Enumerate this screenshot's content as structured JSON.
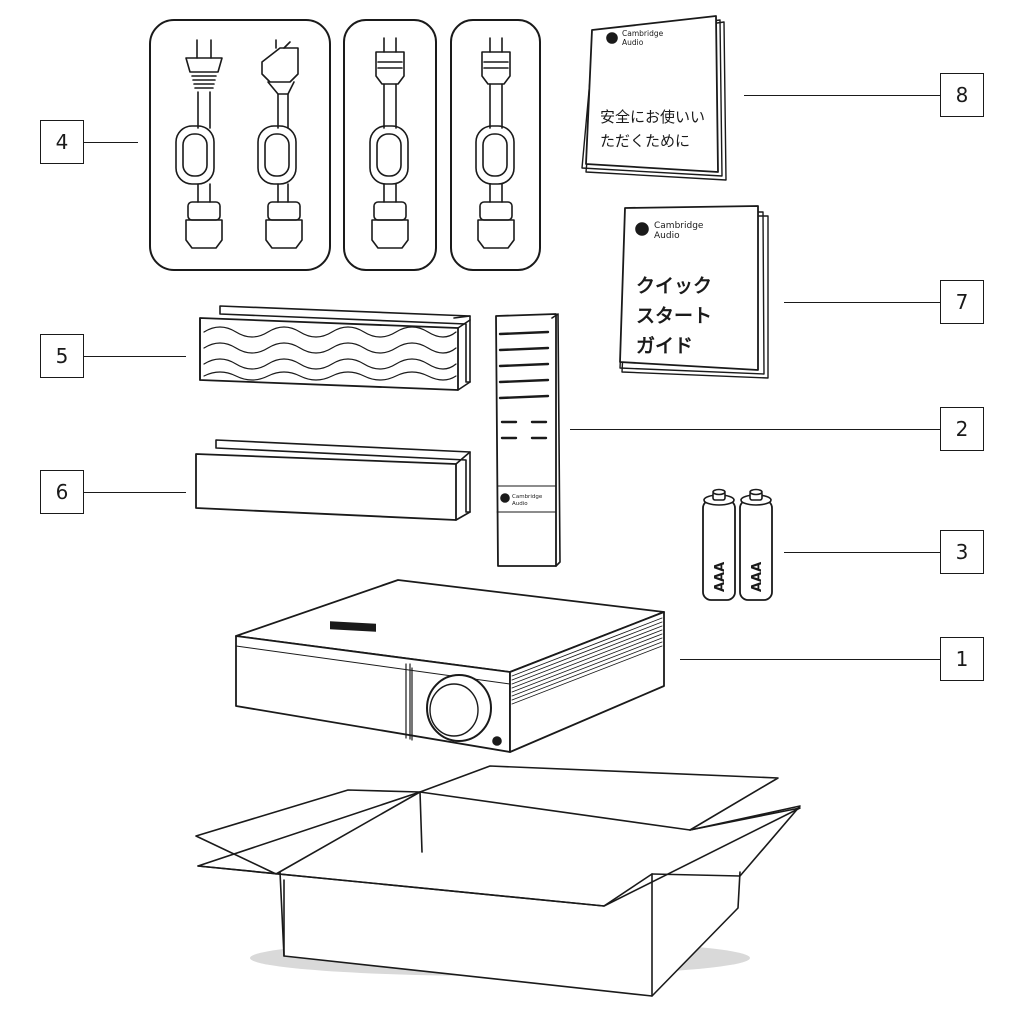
{
  "callouts": {
    "c1": "1",
    "c2": "2",
    "c3": "3",
    "c4": "4",
    "c5": "5",
    "c6": "6",
    "c7": "7",
    "c8": "8"
  },
  "brand": {
    "line1": "Cambridge",
    "line2": "Audio"
  },
  "manual_safety": {
    "line1": "安全にお使いい",
    "line2": "ただくために"
  },
  "manual_quickstart": {
    "line1": "クイック",
    "line2": "スタート",
    "line3": "ガイド"
  },
  "batteries": {
    "label": "AAA"
  },
  "colors": {
    "ink": "#1a1a1a",
    "paper": "#ffffff",
    "shadow": "#d9d9d9"
  }
}
